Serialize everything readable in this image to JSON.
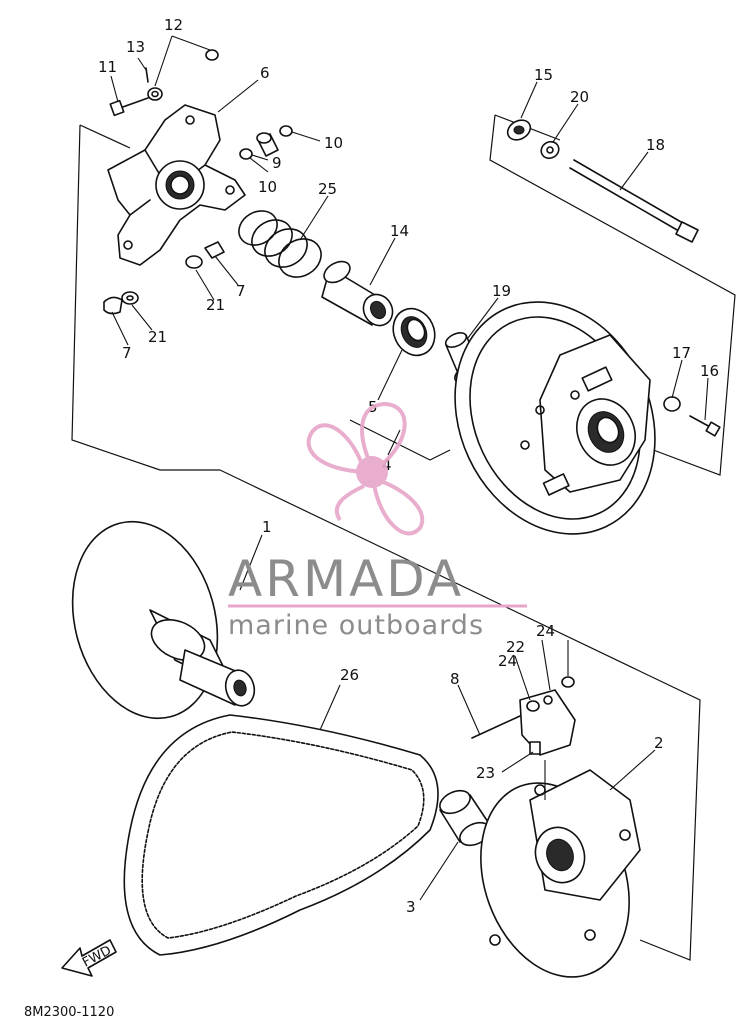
{
  "diagram": {
    "callouts": {
      "c1": "1",
      "c2": "2",
      "c3": "3",
      "c4": "4",
      "c5": "5",
      "c6": "6",
      "c7a": "7",
      "c7b": "7",
      "c8": "8",
      "c9": "9",
      "c10a": "10",
      "c10b": "10",
      "c11": "11",
      "c12": "12",
      "c13": "13",
      "c14": "14",
      "c15": "15",
      "c16": "16",
      "c17": "17",
      "c18": "18",
      "c19": "19",
      "c20": "20",
      "c21a": "21",
      "c21b": "21",
      "c22": "22",
      "c23": "23",
      "c24a": "24",
      "c24b": "24",
      "c25": "25",
      "c26": "26"
    },
    "fwd_label": "FWD",
    "drawing_code": "8M2300-1120"
  },
  "watermark": {
    "brand": "ARMADA",
    "tagline": "marine outboards",
    "color": "#e7a5c9",
    "text_color": "#8c8c8c"
  }
}
